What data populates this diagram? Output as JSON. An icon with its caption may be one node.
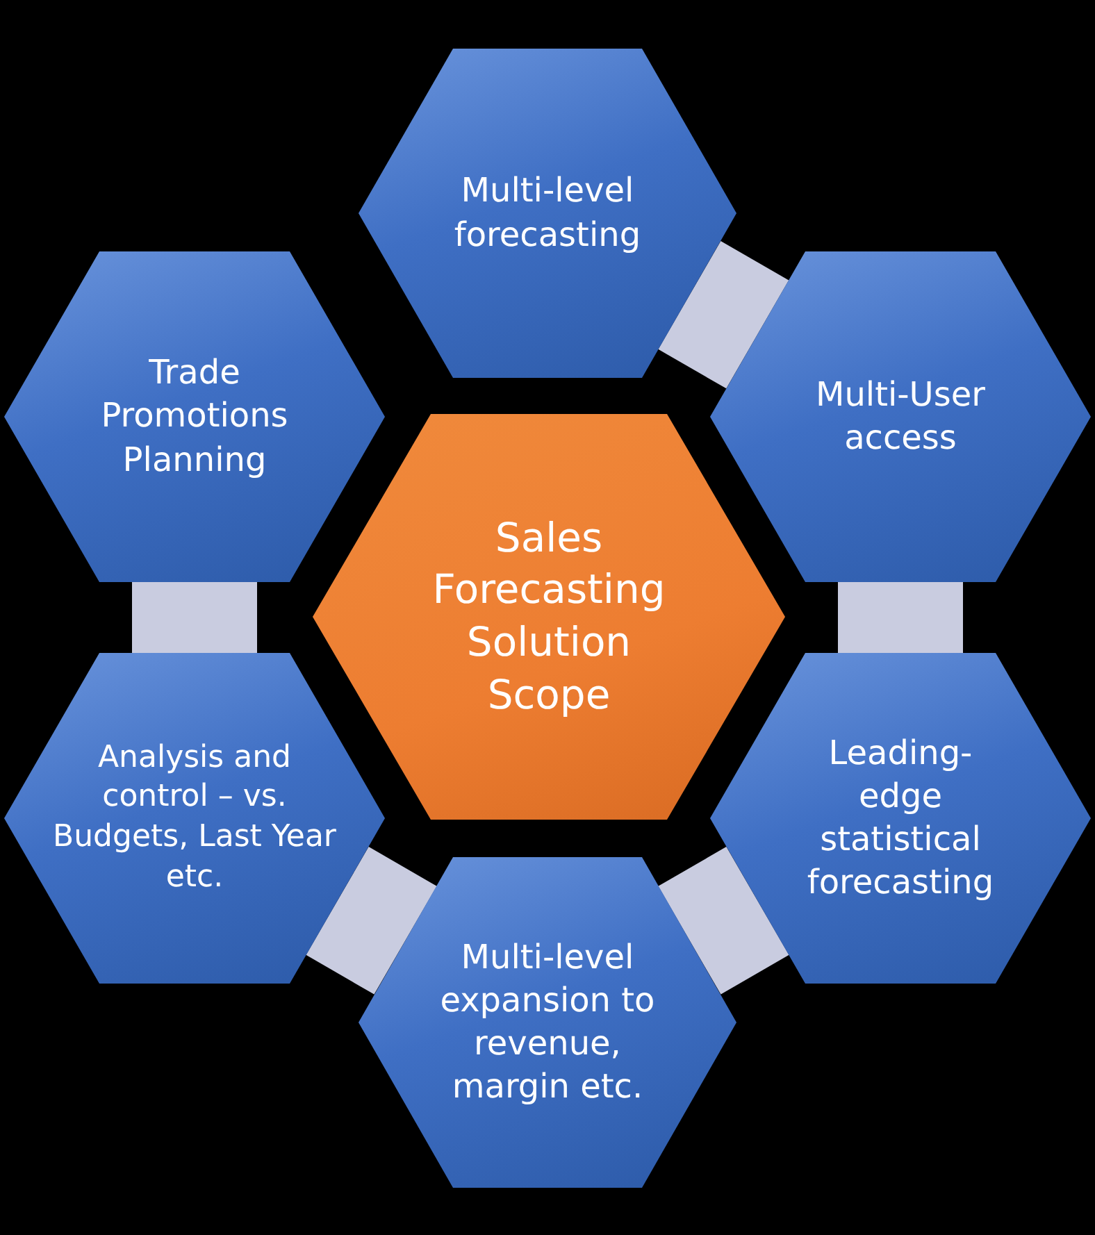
{
  "diagram": {
    "nodes": [
      {
        "text": [
          "Sales Forecasting Solution Scope"
        ]
      },
      {
        "text": [
          "Multi-level forecasting"
        ]
      },
      {
        "text": [
          "Multi-User access"
        ]
      },
      {
        "text": [
          "Leading-edge statistical forecasting"
        ]
      },
      {
        "text": [
          "Multi-level expansion to revenue, margin etc."
        ]
      },
      {
        "text": [
          "Analysis and control – vs. Budgets, Last Year etc."
        ]
      },
      {
        "text": [
          "Trade Promotions Planning"
        ]
      }
    ],
    "edges": [
      {
        "from": 1,
        "to": 2,
        "arrow": "none"
      },
      {
        "from": 2,
        "to": 3,
        "arrow": "none"
      },
      {
        "from": 3,
        "to": 4,
        "arrow": "none"
      },
      {
        "from": 4,
        "to": 5,
        "arrow": "none"
      },
      {
        "from": 5,
        "to": 6,
        "arrow": "none"
      }
    ]
  }
}
